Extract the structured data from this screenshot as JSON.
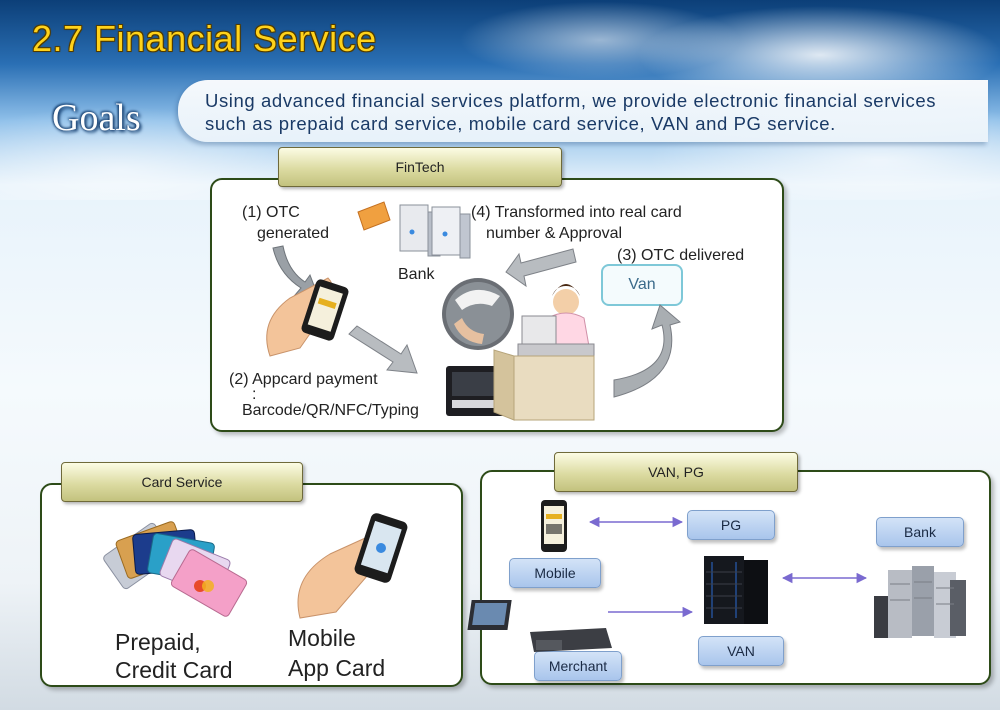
{
  "slide": {
    "title": "2.7 Financial Service",
    "goals_label": "Goals",
    "goals_text": "Using advanced financial services platform, we provide electronic financial services such as prepaid card service, mobile card service, VAN and PG service."
  },
  "fintech": {
    "tab": "FinTech",
    "step1": [
      "(1) OTC",
      "generated"
    ],
    "step2": [
      "(2) Appcard payment",
      ":",
      "Barcode/QR/NFC/Typing"
    ],
    "step3": "(3) OTC delivered",
    "step4": [
      "(4) Transformed into real card",
      "number & Approval"
    ],
    "bank_label": "Bank",
    "van_box": "Van"
  },
  "card_service": {
    "tab": "Card Service",
    "prepaid": [
      "Prepaid,",
      "Credit Card"
    ],
    "mobile": [
      "Mobile",
      "App Card"
    ]
  },
  "van_pg": {
    "tab": "VAN, PG",
    "mobile": "Mobile",
    "pg": "PG",
    "bank": "Bank",
    "merchant": "Merchant",
    "van": "VAN"
  },
  "icons": {
    "bank_server": "server-icon",
    "phone": "smartphone-icon",
    "pos": "pos-terminal-icon",
    "cashier": "cashier-icon",
    "card_reader": "card-reader-icon",
    "cards": "credit-cards-icon",
    "van_server": "server-rack-icon",
    "bank_datacenter": "datacenter-icon"
  },
  "colors": {
    "title": "#ffd21a",
    "panel_border": "#2d4b18",
    "box": "#a9c5ec",
    "van_box_border": "#7ec8d8"
  }
}
